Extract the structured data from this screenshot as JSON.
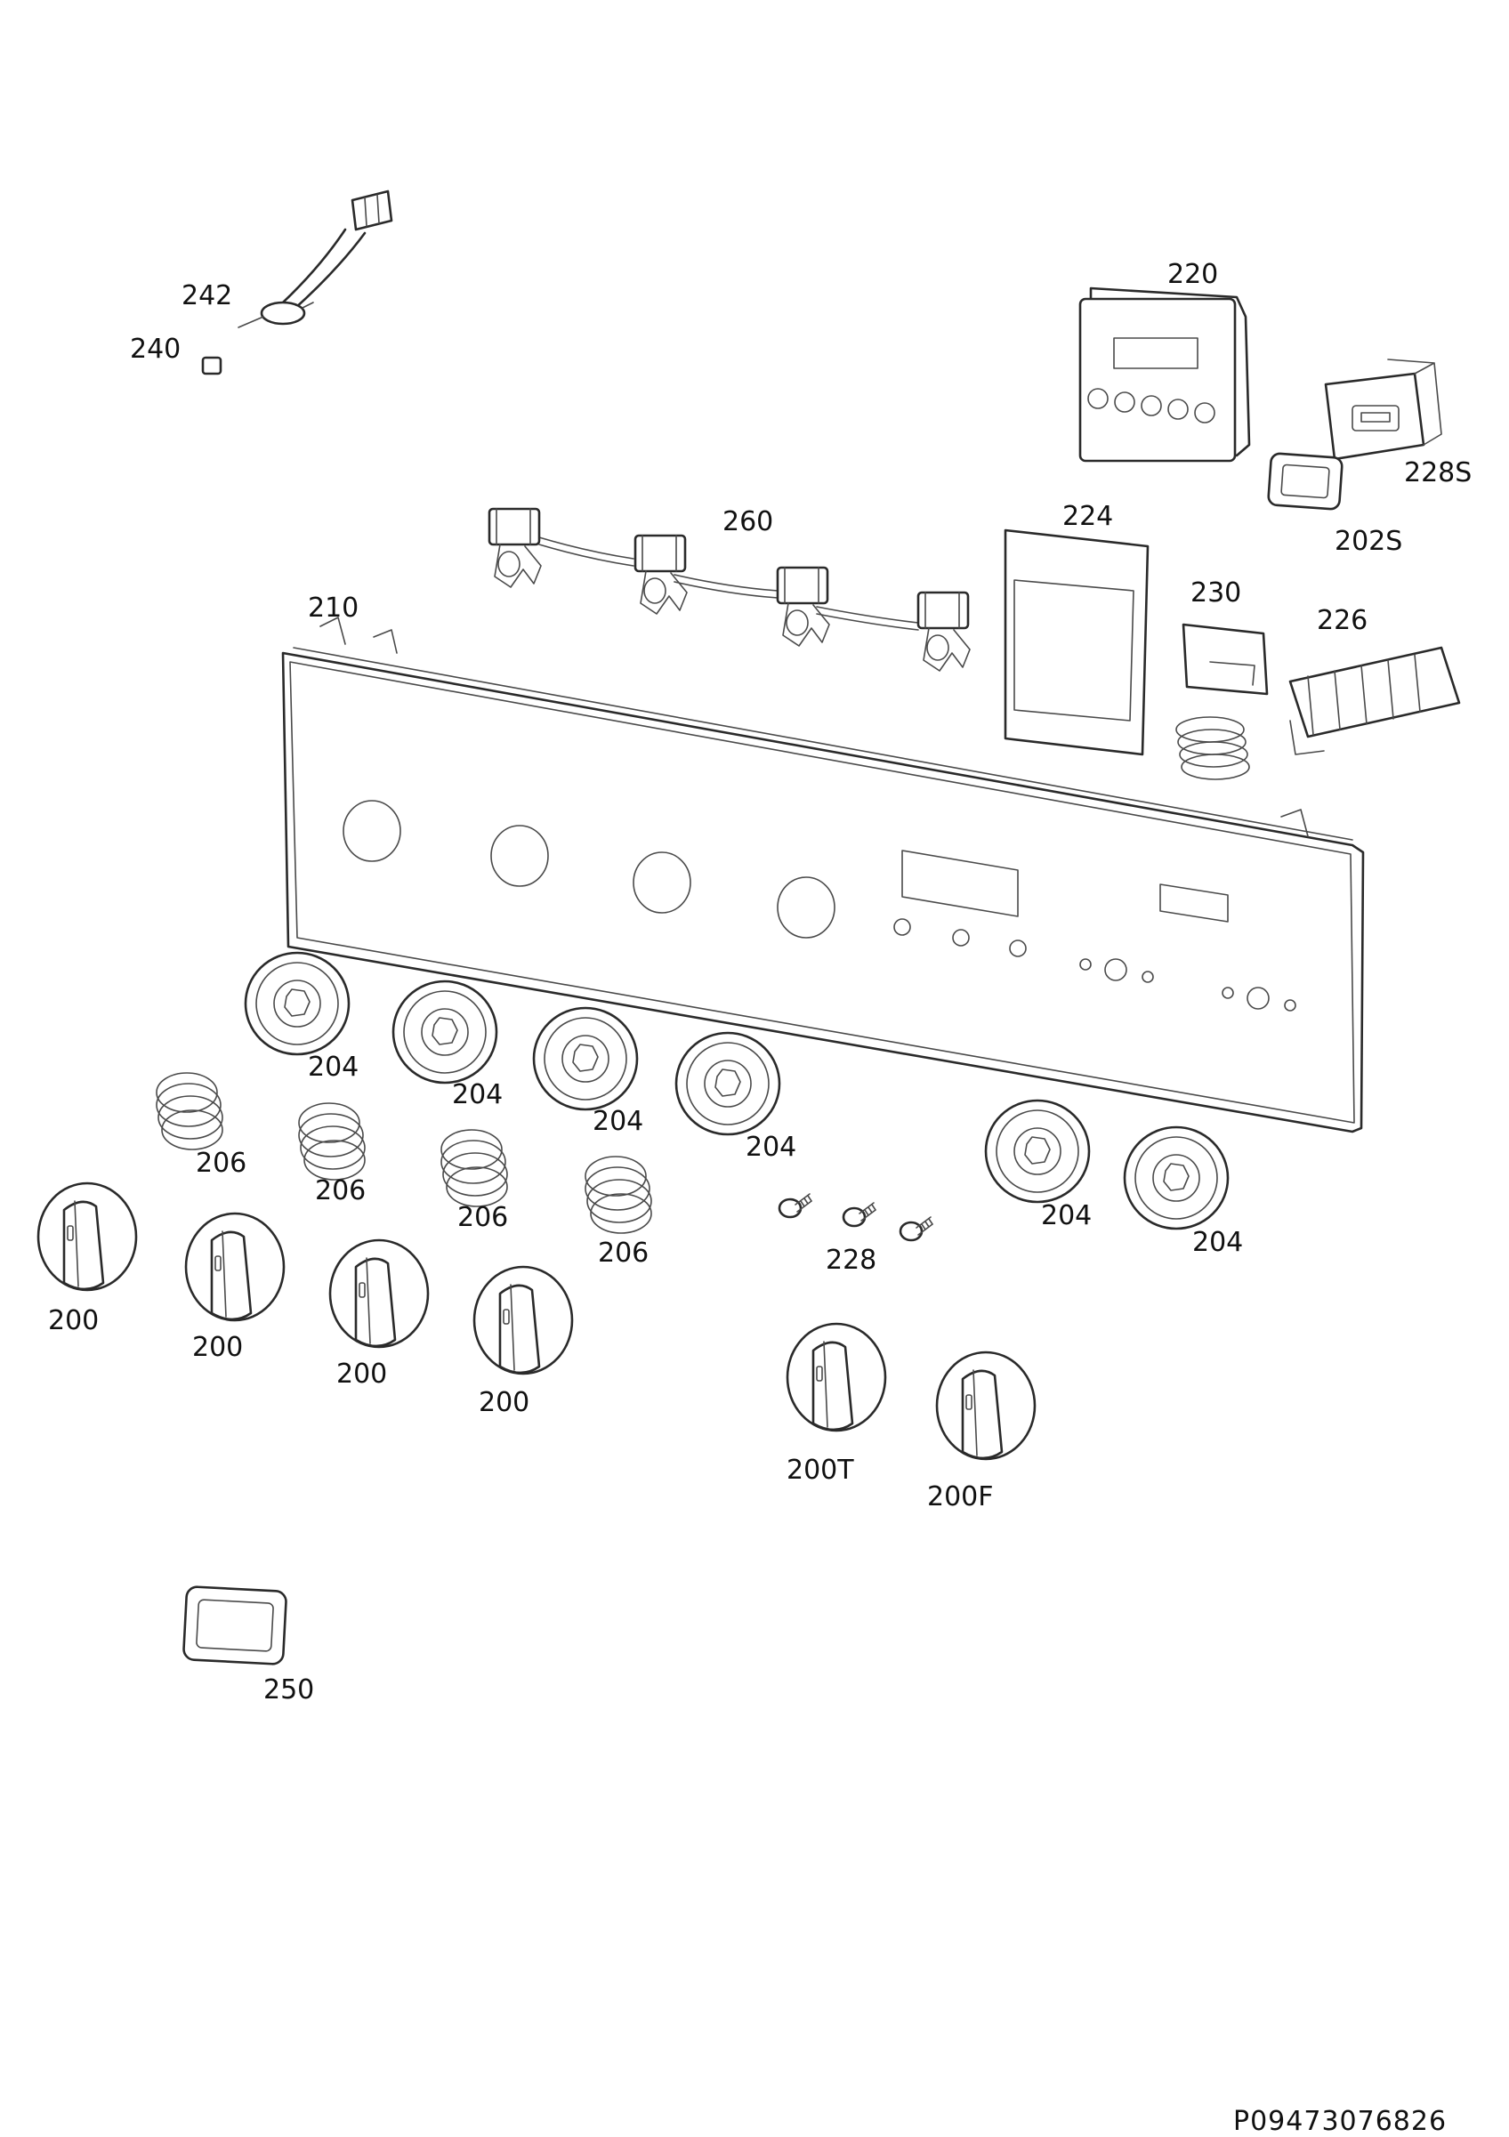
{
  "labels": {
    "l242": "242",
    "l240": "240",
    "l220": "220",
    "l228S": "228S",
    "l202S": "202S",
    "l260": "260",
    "l224": "224",
    "l230": "230",
    "l226": "226",
    "l210": "210",
    "l204": "204",
    "l206": "206",
    "l200": "200",
    "l228": "228",
    "l200T": "200T",
    "l200F": "200F",
    "l250": "250"
  },
  "document_id": "P09473076826"
}
